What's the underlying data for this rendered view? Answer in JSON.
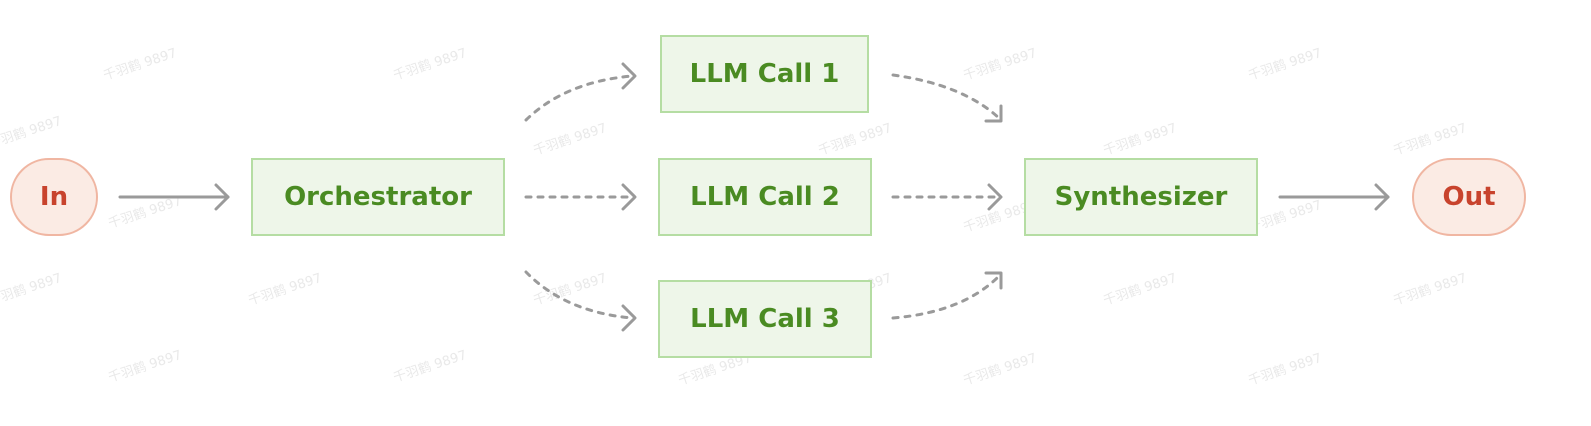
{
  "nodes": {
    "input": {
      "label": "In"
    },
    "orchestrator": {
      "label": "Orchestrator"
    },
    "llm_call_1": {
      "label": "LLM Call 1"
    },
    "llm_call_2": {
      "label": "LLM Call 2"
    },
    "llm_call_3": {
      "label": "LLM Call 3"
    },
    "synthesizer": {
      "label": "Synthesizer"
    },
    "output": {
      "label": "Out"
    }
  },
  "edges": [
    {
      "from": "input",
      "to": "orchestrator",
      "style": "solid"
    },
    {
      "from": "orchestrator",
      "to": "llm_call_1",
      "style": "dotted"
    },
    {
      "from": "orchestrator",
      "to": "llm_call_2",
      "style": "dotted"
    },
    {
      "from": "orchestrator",
      "to": "llm_call_3",
      "style": "dotted"
    },
    {
      "from": "llm_call_1",
      "to": "synthesizer",
      "style": "dotted"
    },
    {
      "from": "llm_call_2",
      "to": "synthesizer",
      "style": "dotted"
    },
    {
      "from": "llm_call_3",
      "to": "synthesizer",
      "style": "dotted"
    },
    {
      "from": "synthesizer",
      "to": "output",
      "style": "solid"
    }
  ],
  "watermark": {
    "text": "千羽鹤 9897"
  },
  "colors": {
    "io_fill": "#fbebe4",
    "io_border": "#f0b6a2",
    "io_text": "#c8432d",
    "node_fill": "#eef6e9",
    "node_border": "#b5dda3",
    "node_text": "#4a8b22",
    "arrow": "#9a9a9a"
  }
}
